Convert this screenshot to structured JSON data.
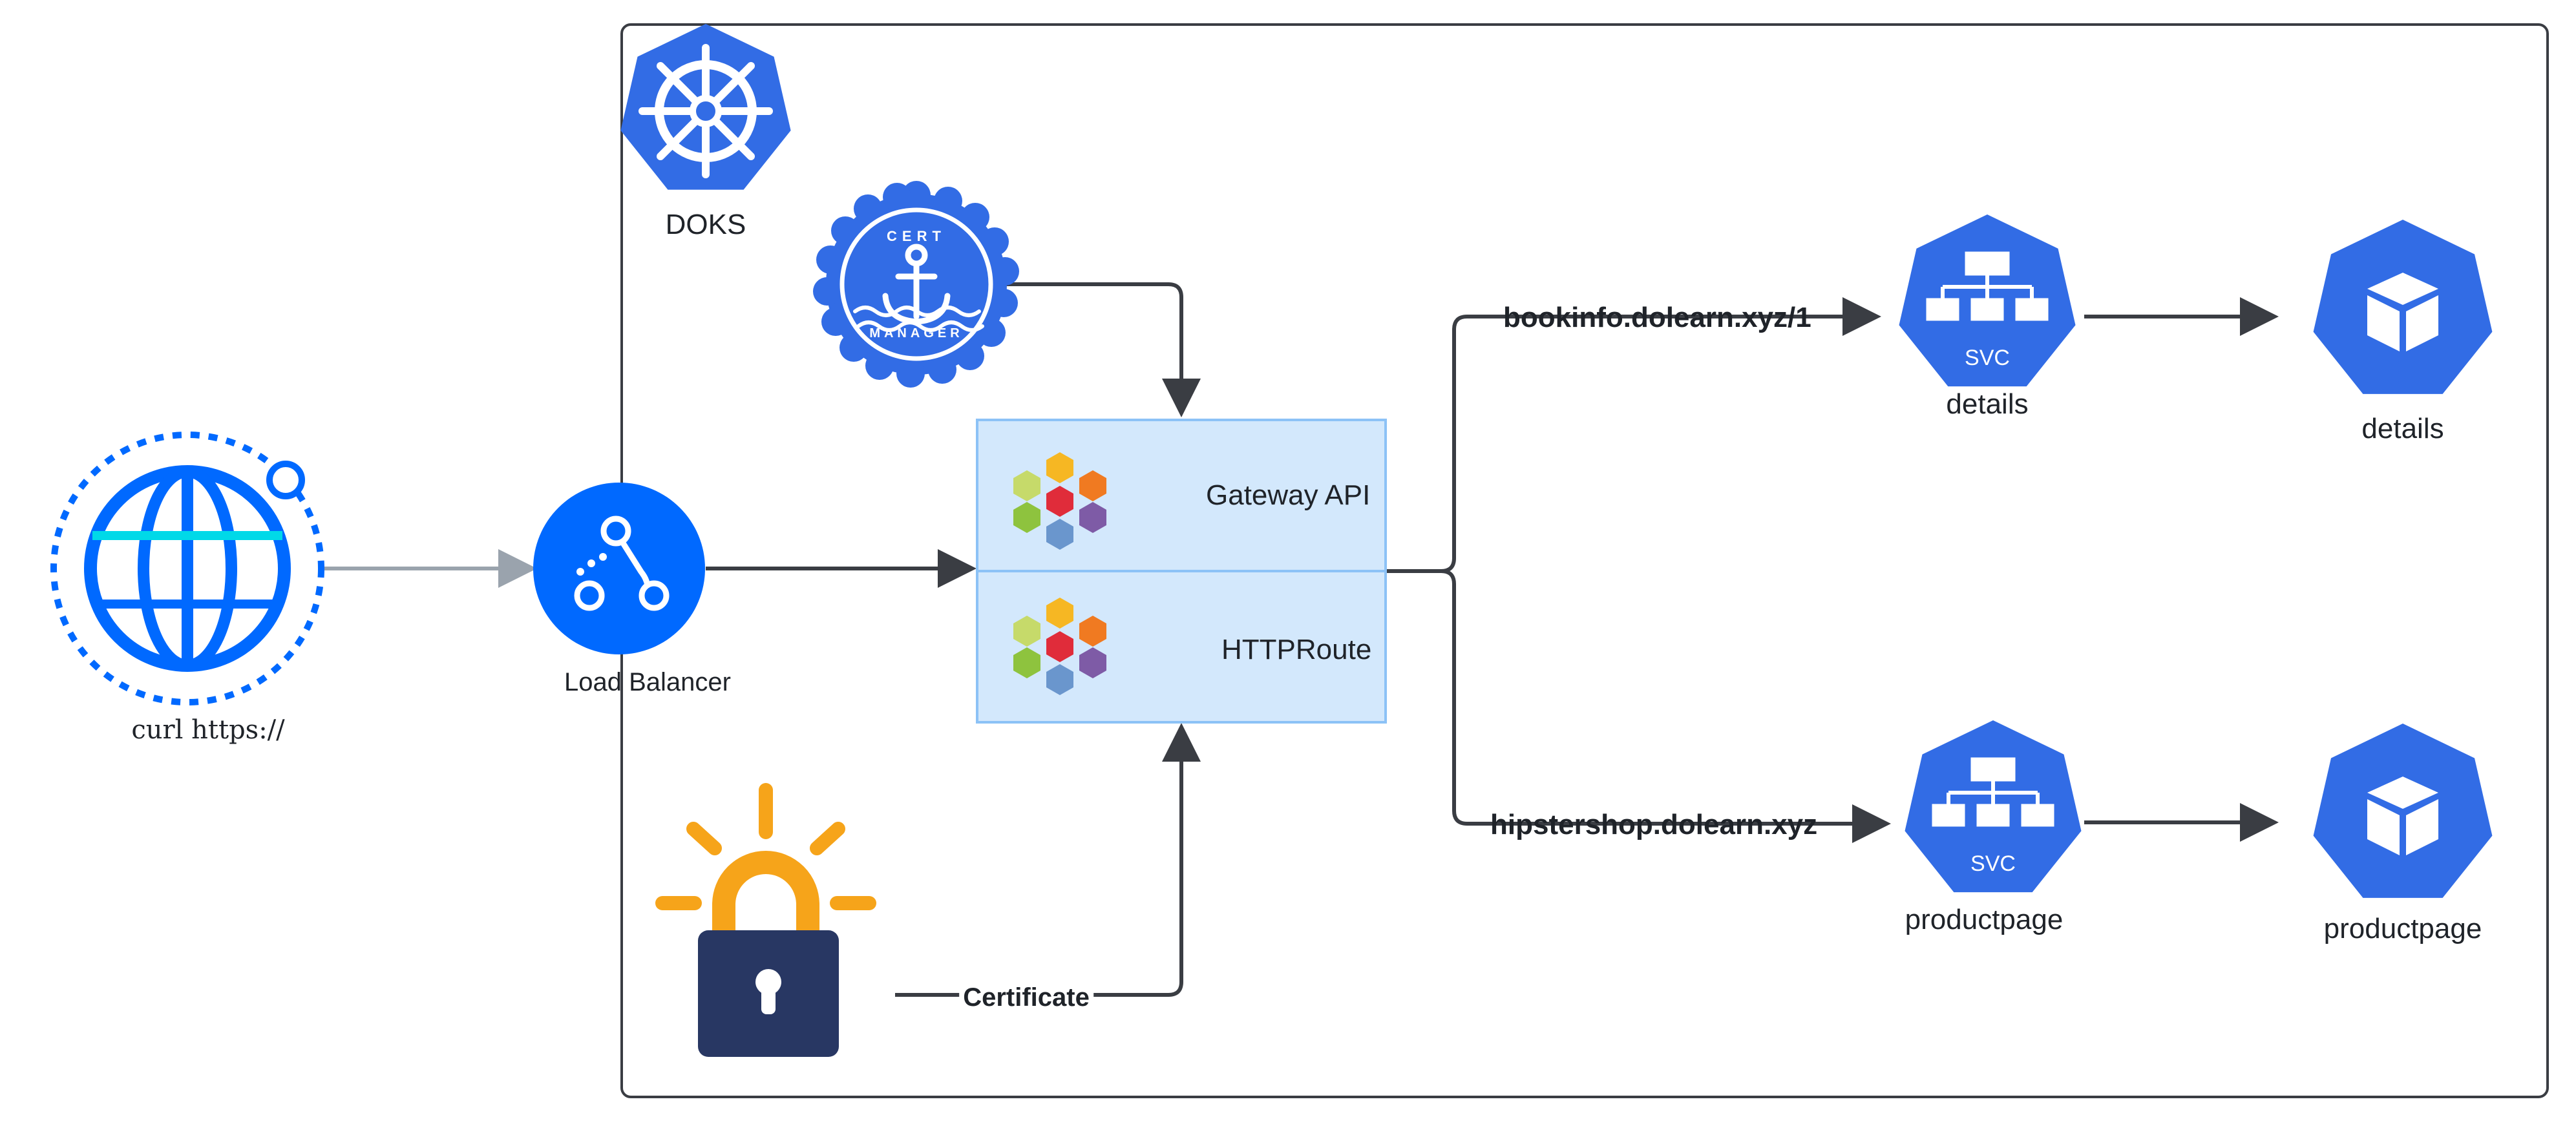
{
  "colors": {
    "k8s_blue": "#326CE5",
    "globe_blue": "#0069FF",
    "gateway_fill": "#D3E8FC",
    "gateway_border": "#8CC2F6",
    "arrow_dark": "#3A3D43",
    "arrow_grey": "#9AA3AD",
    "lock_body": "#283763",
    "lock_shackle": "#F6A41A",
    "frame": "#3A3D43"
  },
  "cluster": {
    "label": "DOKS",
    "icon": "kubernetes-helm-icon"
  },
  "client": {
    "label": "curl https://",
    "icon": "globe-icon"
  },
  "load_balancer": {
    "label": "Load Balancer",
    "icon": "load-balancer-icon"
  },
  "cert_manager": {
    "icon": "cert-manager-icon",
    "badge_top": "CERT",
    "badge_bottom": "MANAGER"
  },
  "gateway": {
    "label": "Gateway API",
    "icon": "gateway-hexagons-icon"
  },
  "httproute": {
    "label": "HTTPRoute",
    "icon": "gateway-hexagons-icon"
  },
  "certificate": {
    "label": "Certificate",
    "icon": "lock-icon"
  },
  "routes": [
    {
      "host": "bookinfo.dolearn.xyz/1",
      "service_label": "details",
      "service_badge": "SVC",
      "pod_label": "details"
    },
    {
      "host": "hipstershop.dolearn.xyz",
      "service_label": "productpage",
      "service_badge": "SVC",
      "pod_label": "productpage"
    }
  ]
}
